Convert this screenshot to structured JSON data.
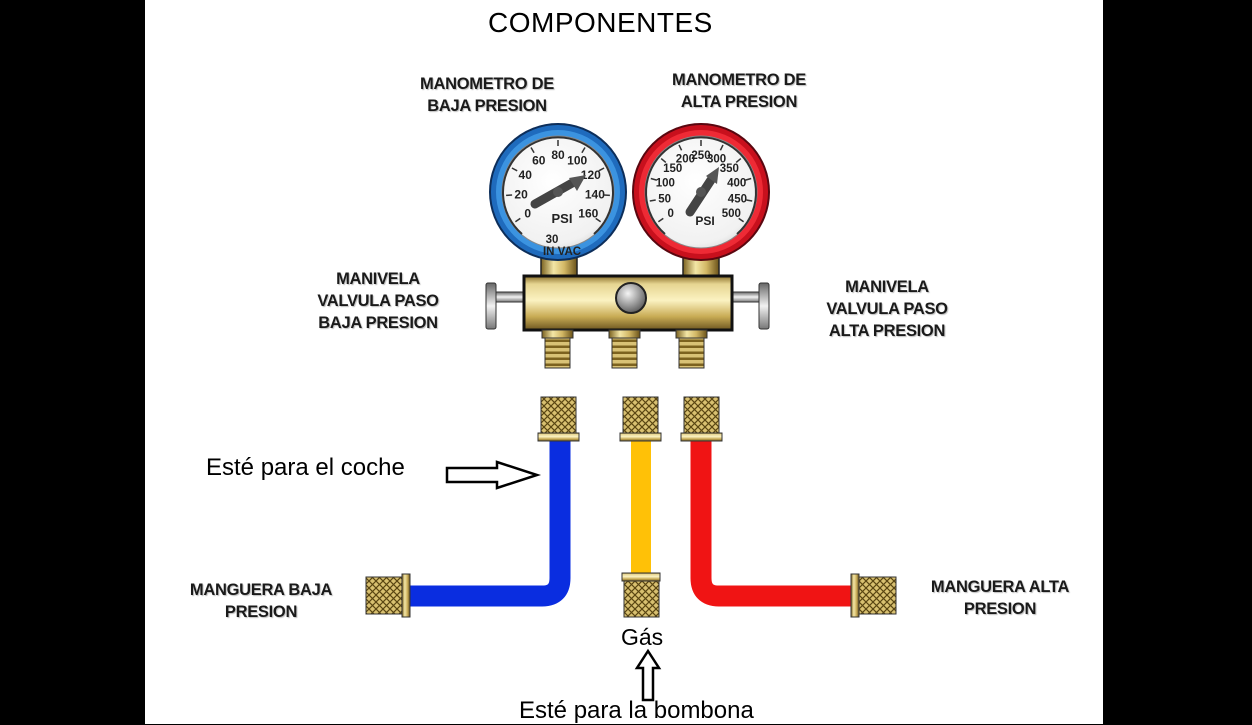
{
  "title": "COMPONENTES",
  "labels": {
    "low_gauge": [
      "MANOMETRO DE",
      "BAJA PRESION"
    ],
    "high_gauge": [
      "MANOMETRO DE",
      "ALTA PRESION"
    ],
    "low_valve": [
      "MANIVELA",
      "VALVULA PASO",
      "BAJA PRESION"
    ],
    "high_valve": [
      "MANIVELA",
      "VALVULA PASO",
      "ALTA PRESION"
    ],
    "low_hose": [
      "MANGUERA BAJA",
      "PRESION"
    ],
    "high_hose": [
      "MANGUERA ALTA",
      "PRESION"
    ],
    "to_car": "Esté para el coche",
    "gas": "Gás",
    "to_tank": "Esté para la bombona"
  },
  "low_gauge_dial": {
    "ticks": [
      "0",
      "20",
      "40",
      "60",
      "80",
      "100",
      "120",
      "140",
      "160"
    ],
    "vacuum": "30",
    "unit": "PSI",
    "bottom_text": "IN VAC"
  },
  "high_gauge_dial": {
    "ticks": [
      "0",
      "50",
      "100",
      "150",
      "200",
      "250",
      "300",
      "350",
      "400",
      "450",
      "500"
    ],
    "unit": "PSI"
  },
  "colors": {
    "low_side": "#0a2de0",
    "high_side": "#f01414",
    "service": "#ffc107",
    "brass": "#d9c276",
    "low_gauge_ring": "#2f86d4",
    "high_gauge_ring": "#e0202c"
  }
}
